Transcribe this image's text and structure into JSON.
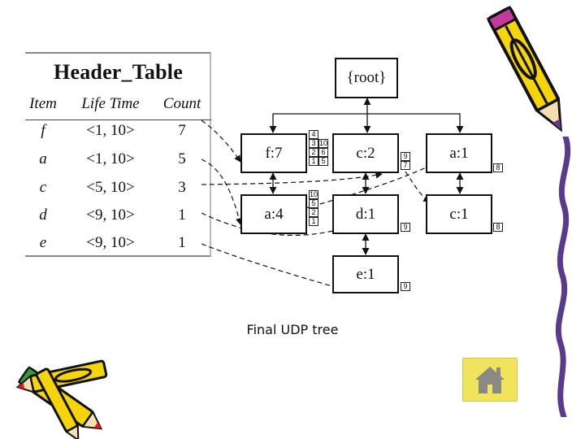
{
  "header_table": {
    "title": "Header_Table",
    "columns": [
      "Item",
      "Life Time",
      "Count"
    ],
    "rows": [
      {
        "item": "f",
        "life_time": "<1, 10>",
        "count": "7"
      },
      {
        "item": "a",
        "life_time": "<1, 10>",
        "count": "5"
      },
      {
        "item": "c",
        "life_time": "<5, 10>",
        "count": "3"
      },
      {
        "item": "d",
        "life_time": "<9, 10>",
        "count": "1"
      },
      {
        "item": "e",
        "life_time": "<9, 10>",
        "count": "1"
      }
    ]
  },
  "tree": {
    "root": "{root}",
    "f7": {
      "label": "f:7",
      "list": [
        [
          "4",
          ""
        ],
        [
          "3",
          "10"
        ],
        [
          "2",
          "6"
        ],
        [
          "1",
          "5"
        ]
      ]
    },
    "c2": {
      "label": "c:2",
      "list": [
        "9",
        "7"
      ]
    },
    "a1": {
      "label": "a:1",
      "list": [
        "8"
      ]
    },
    "a4": {
      "label": "a:4",
      "list": [
        "10",
        "5",
        "2",
        "1"
      ]
    },
    "d1": {
      "label": "d:1",
      "list": [
        "9"
      ]
    },
    "c1": {
      "label": "c:1",
      "list": [
        "8"
      ]
    },
    "e1": {
      "label": "e:1",
      "list": [
        "9"
      ]
    }
  },
  "caption": "Final UDP tree",
  "colors": {
    "home_button": "#f0e45c",
    "home_icon": "#8a8a84",
    "pencil_body": "#f5d40a",
    "pencil_tip": "#e8191a"
  },
  "icons": {
    "home": "house-icon",
    "pencils": "pencil-clipart-icon"
  }
}
